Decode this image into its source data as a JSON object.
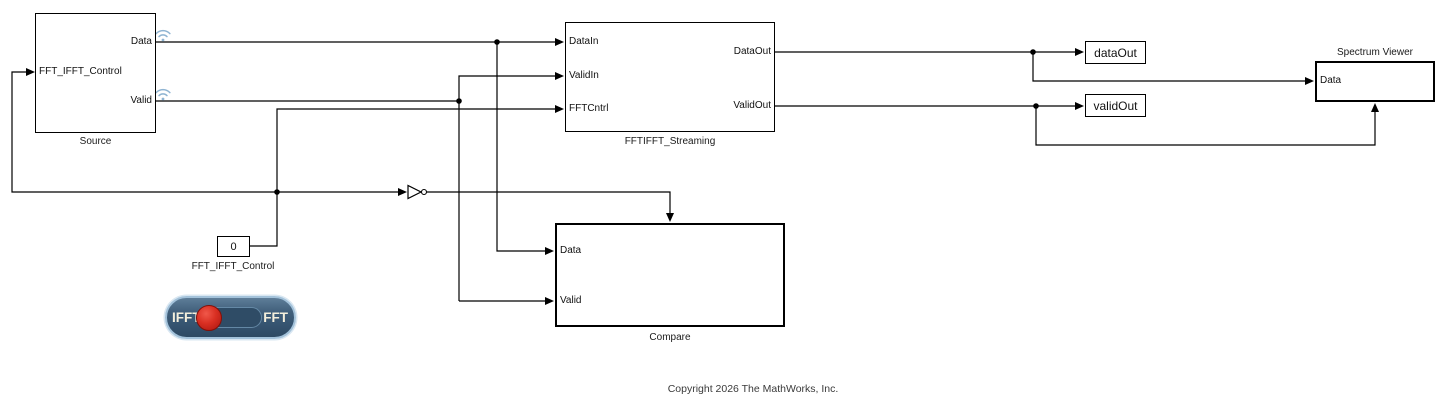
{
  "window": {
    "background": "#ffffff",
    "copyright": "Copyright 2026 The MathWorks, Inc."
  },
  "blocks": {
    "source": {
      "name": "Source",
      "ports": {
        "control_in": "FFT_IFFT_Control",
        "data_out": "Data",
        "valid_out": "Valid"
      }
    },
    "fft_streaming": {
      "name": "FFTIFFT_Streaming",
      "ports": {
        "data_in": "DataIn",
        "valid_in": "ValidIn",
        "fft_cntrl": "FFTCntrl",
        "data_out": "DataOut",
        "valid_out": "ValidOut"
      }
    },
    "compare": {
      "name": "Compare",
      "ports": {
        "data_in": "Data",
        "valid_in": "Valid"
      }
    },
    "spectrum_viewer": {
      "name": "Spectrum Viewer",
      "ports": {
        "data_in": "Data"
      }
    },
    "data_out_block": {
      "name": "dataOut"
    },
    "valid_out_block": {
      "name": "validOut"
    },
    "fft_control_constant": {
      "value": "0",
      "name": "FFT_IFFT_Control"
    }
  },
  "toggle_switch": {
    "left_label": "IFFT",
    "right_label": "FFT",
    "selected": "IFFT",
    "colors": {
      "body": "#3c5a76",
      "border": "#a3c2da",
      "track": "#2f4c66",
      "knob": "#d92f22",
      "label_text": "#f4efdc"
    }
  },
  "icons": {
    "streaming_badge": "wifi-icon",
    "event_ports": "pulse-icon",
    "inline_gate": "not-gate-icon",
    "wifi_color": "#8fb4d2",
    "wire_color": "#000000"
  }
}
